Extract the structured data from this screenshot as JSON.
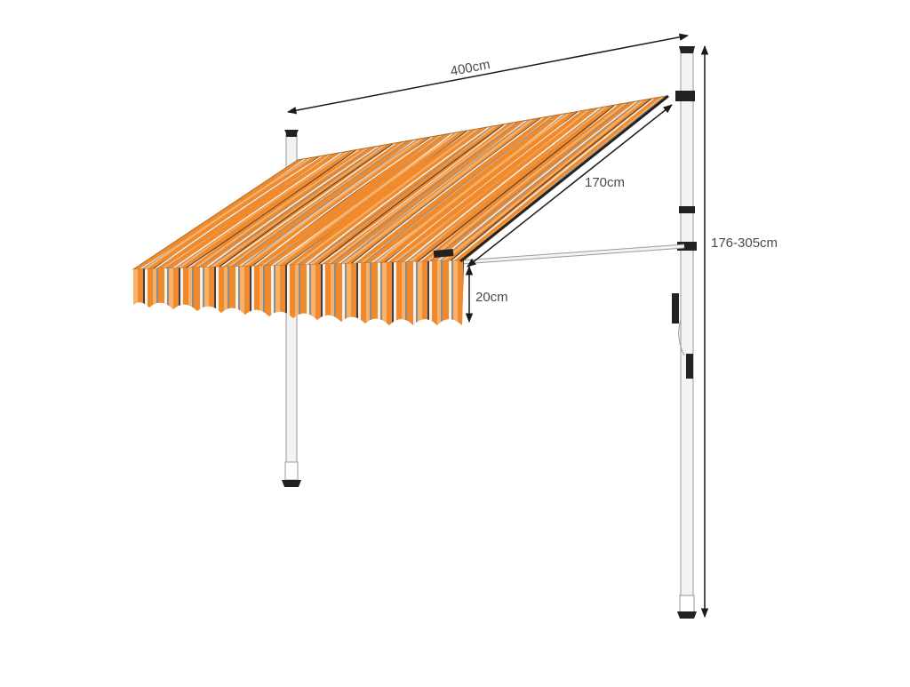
{
  "dimensions": {
    "width_label": "400cm",
    "projection_label": "170cm",
    "valance_label": "20cm",
    "height_label": "176-305cm"
  },
  "colors": {
    "stripe_orange": "#f08a2c",
    "stripe_light_orange": "#f6b16a",
    "stripe_grey": "#8d8d8d",
    "stripe_dark": "#3e3e44",
    "stripe_white": "#f4f1ec",
    "pole": "#f3f3f3",
    "pole_outline": "#9a9a9a",
    "dimension_line": "#1a1a1a"
  }
}
